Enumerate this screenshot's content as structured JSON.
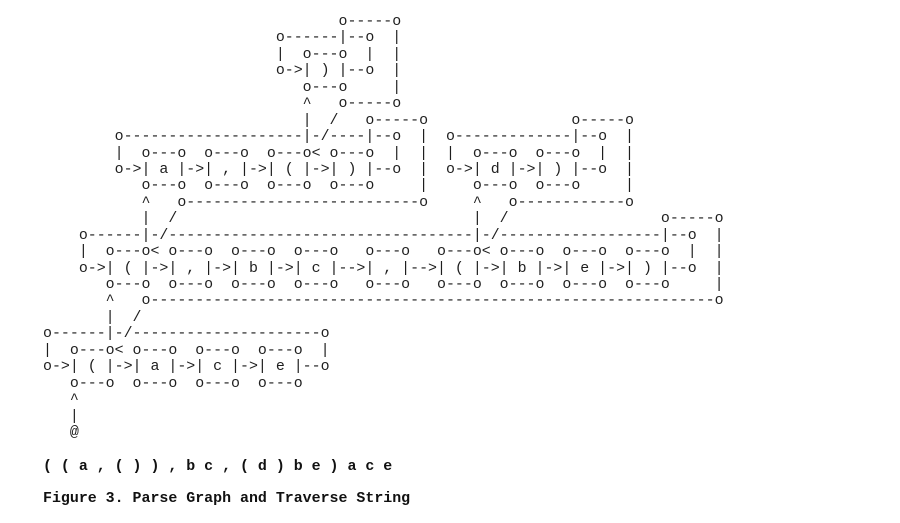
{
  "graph_lines": [
    "                                 o-----o",
    "                          o------|--o  |",
    "                          |  o---o  |  |",
    "                          o->| ) |--o  |",
    "                             o---o     |",
    "                             ^   o-----o",
    "                             |  /   o-----o                o-----o",
    "        o--------------------|-/----|--o  |  o-------------|--o  |",
    "        |  o---o  o---o  o---o< o---o  |  |  |  o---o  o---o  |  |",
    "        o->| a |->| , |->| ( |->| ) |--o  |  o->| d |->| ) |--o  |",
    "           o---o  o---o  o---o  o---o     |     o---o  o---o     |",
    "           ^   o--------------------------o     ^   o------------o",
    "           |  /                                 |  /                 o-----o",
    "    o------|-/----------------------------------|-/------------------|--o  |",
    "    |  o---o< o---o  o---o  o---o   o---o   o---o< o---o  o---o  o---o  |  |",
    "    o->| ( |->| , |->| b |->| c |-->| , |-->| ( |->| b |->| e |->| ) |--o  |",
    "       o---o  o---o  o---o  o---o   o---o   o---o  o---o  o---o  o---o     |",
    "       ^   o---------------------------------------------------------------o",
    "       |  /",
    "o------|-/---------------------o",
    "|  o---o< o---o  o---o  o---o  |",
    "o->| ( |->| a |->| c |->| e |--o",
    "   o---o  o---o  o---o  o---o",
    "   ^",
    "   |",
    "   @"
  ],
  "traverse_string": "( ( a , ( ) ) , b c , ( d ) b e ) a c e",
  "caption": "Figure 3. Parse Graph and Traverse String"
}
